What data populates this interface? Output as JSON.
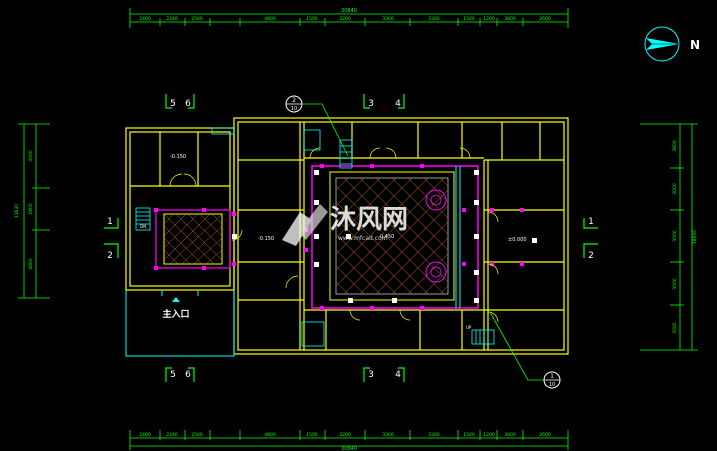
{
  "drawing": {
    "overall_width_label": "30840",
    "overall_height_label": "11630",
    "right_total_label": "18000",
    "top_segments": [
      "2400",
      "2240",
      "2500",
      "4800",
      "1500",
      "3200",
      "3300",
      "3300",
      "1500",
      "1200",
      "3600",
      "2600"
    ],
    "bottom_segments": [
      "2400",
      "2240",
      "2500",
      "4800",
      "1500",
      "3200",
      "3300",
      "3300",
      "1500",
      "1200",
      "3600",
      "2600"
    ],
    "left_segments": [
      "4000",
      "2800",
      "4800"
    ],
    "right_segments": [
      "3800",
      "3000",
      "3000",
      "3000",
      "3000"
    ],
    "north_label": "N",
    "entrance_label": "主入口",
    "elevation_main": "±0.000",
    "elevation_left": "-0.150",
    "elevation_top_left": "-0.150",
    "elevation_center": "0.450",
    "small_label_a": "DN",
    "small_label_b": "UP",
    "axis_labels_top": [
      "5",
      "6",
      "3",
      "4"
    ],
    "axis_labels_bottom": [
      "5",
      "6",
      "3",
      "4"
    ],
    "axis_labels_left": [
      "1",
      "2"
    ],
    "axis_labels_right": [
      "1",
      "2"
    ],
    "detail_top_num": "2",
    "detail_top_den": "10",
    "detail_bottom_num": "1",
    "detail_bottom_den": "10",
    "watermark_text": "沐风网",
    "watermark_url": "www.mfcad.com"
  },
  "colors": {
    "background": "#000000",
    "wall": "#ffff00",
    "dim": "#00ff00",
    "magenta": "#ff00ff",
    "cyan": "#00ffff",
    "white": "#ffffff",
    "orange": "#ff8000"
  }
}
